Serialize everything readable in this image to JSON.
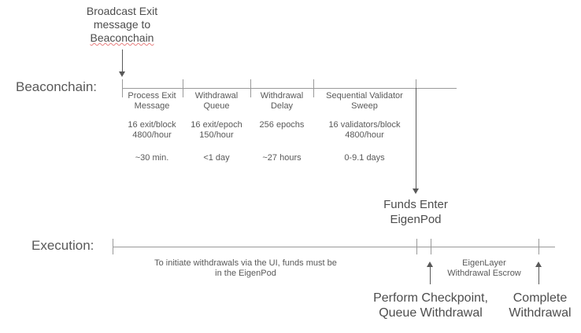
{
  "colors": {
    "background": "#ffffff",
    "line": "#999999",
    "arrow": "#595959",
    "text": "#595959",
    "spellcheck_underline": "#e88080"
  },
  "broadcast_note": {
    "text": "Broadcast Exit\nmessage to",
    "misspelled_word": "Beaconchain"
  },
  "beaconchain_row": {
    "label": "Beaconchain:",
    "segments": [
      {
        "title": "Process Exit\nMessage",
        "rate": "16 exit/block\n4800/hour",
        "duration": "~30 min."
      },
      {
        "title": "Withdrawal\nQueue",
        "rate": "16 exit/epoch\n150/hour",
        "duration": "<1 day"
      },
      {
        "title": "Withdrawal\nDelay",
        "rate": "256 epochs",
        "duration": "~27 hours"
      },
      {
        "title": "Sequential Validator\nSweep",
        "rate": "16 validators/block\n4800/hour",
        "duration": "0-9.1 days"
      }
    ]
  },
  "funds_enter_note": {
    "text": "Funds Enter\nEigenPod"
  },
  "execution_row": {
    "label": "Execution:",
    "initiate_note": "To initiate withdrawals via the UI, funds must be\nin the EigenPod",
    "escrow_note": "EigenLayer\nWithdrawal Escrow"
  },
  "perform_checkpoint_note": {
    "text": "Perform Checkpoint,\nQueue Withdrawal"
  },
  "complete_withdrawal_note": {
    "text": "Complete\nWithdrawal"
  }
}
